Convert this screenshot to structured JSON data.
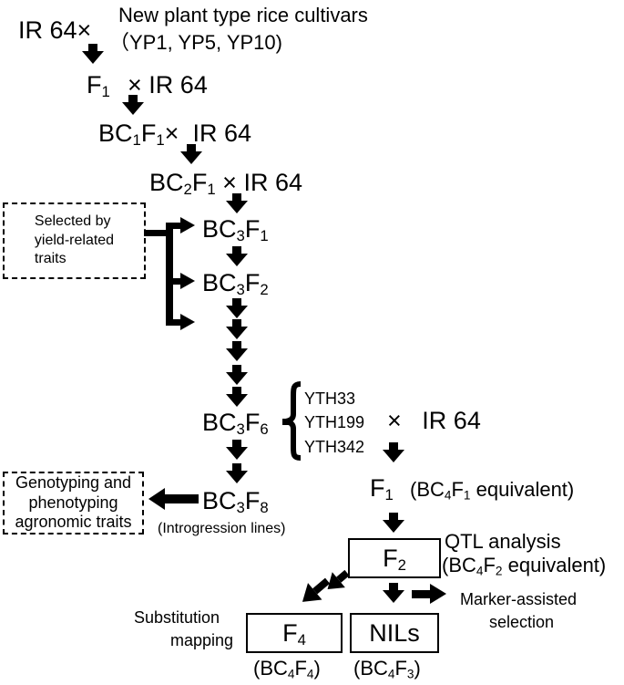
{
  "cross1": {
    "parent": "IR 64",
    "times": "×",
    "donor": "New plant type rice cultivars",
    "donor_list": "（YP1, YP5, YP10)"
  },
  "f1": {
    "base": "F",
    "sub": "1",
    "times": "×",
    "recurrent": "IR 64"
  },
  "bc1f1": {
    "b1": "BC",
    "s1": "1",
    "b2": "F",
    "s2": "1",
    "times": "×",
    "recurrent": "IR 64"
  },
  "bc2f1": {
    "b1": "BC",
    "s1": "2",
    "b2": "F",
    "s2": "1",
    "times": "×",
    "recurrent": "IR 64"
  },
  "selection_note": {
    "line1": "Selected by",
    "line2": "yield-related",
    "line3": "traits"
  },
  "bc3f1": {
    "b1": "BC",
    "s1": "3",
    "b2": "F",
    "s2": "1"
  },
  "bc3f2": {
    "b1": "BC",
    "s1": "3",
    "b2": "F",
    "s2": "2"
  },
  "bc3f6": {
    "b1": "BC",
    "s1": "3",
    "b2": "F",
    "s2": "6"
  },
  "selected_lines": {
    "l1": "YTH33",
    "l2": "YTH199",
    "l3": "YTH342",
    "times": "×",
    "recurrent": "IR 64"
  },
  "bc3f8": {
    "b1": "BC",
    "s1": "3",
    "b2": "F",
    "s2": "8",
    "caption": "(Introgression lines)"
  },
  "genotyping_note": {
    "line1": "Genotyping and",
    "line2": "phenotyping",
    "line3": "agronomic traits"
  },
  "f1_equiv": {
    "base": "F",
    "sub": "1",
    "pre": "(BC",
    "s1": "4",
    "mid": "F",
    "s2": "1",
    "post": " equivalent)"
  },
  "f2": {
    "base": "F",
    "sub": "2",
    "qtl": "QTL analysis",
    "pre": "(BC",
    "s1": "4",
    "mid": "F",
    "s2": "2",
    "post": " equivalent)"
  },
  "f4": {
    "base": "F",
    "sub": "4",
    "pre": "(BC",
    "s1": "4",
    "mid": "F",
    "s2": "4",
    "post": ")"
  },
  "nils": {
    "label": "NILs",
    "pre": "(BC",
    "s1": "4",
    "mid": "F",
    "s2": "3",
    "post": ")"
  },
  "substitution": {
    "line1": "Substitution",
    "line2": "mapping"
  },
  "mas": {
    "line1": "Marker-assisted",
    "line2": "selection"
  }
}
